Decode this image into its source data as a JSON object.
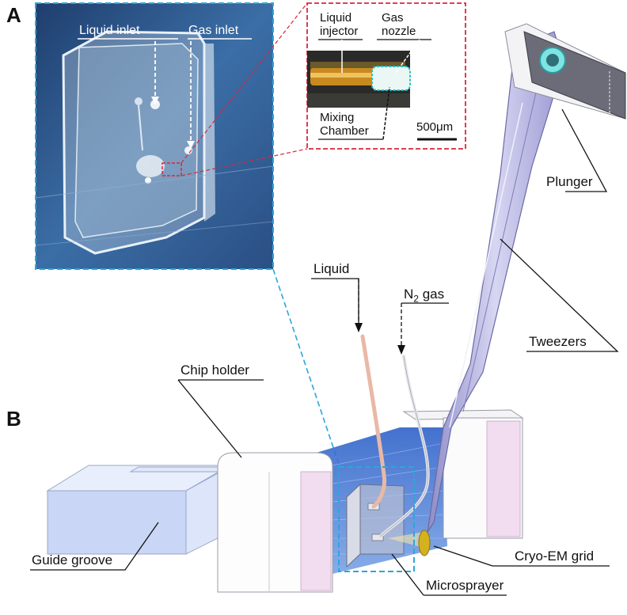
{
  "panels": {
    "a": "A",
    "b": "B"
  },
  "photo_labels": {
    "liquid_inlet": "Liquid inlet",
    "gas_inlet": "Gas inlet"
  },
  "inset": {
    "liquid_injector_1": "Liquid",
    "liquid_injector_2": "injector",
    "gas_nozzle_1": "Gas",
    "gas_nozzle_2": "nozzle",
    "mixing_chamber_1": "Mixing",
    "mixing_chamber_2": "Chamber",
    "scale": "500μm"
  },
  "labels": {
    "plunger": "Plunger",
    "tweezers": "Tweezers",
    "liquid": "Liquid",
    "n2_gas_prefix": "N",
    "n2_gas_sub": "2",
    "n2_gas_suffix": " gas",
    "chip_holder": "Chip holder",
    "guide_groove": "Guide groove",
    "cryo_em_grid": "Cryo-EM grid",
    "microsprayer": "Microsprayer"
  },
  "colors": {
    "photo_bg": "#2f5d93",
    "inset_border": "#d8283a",
    "frame_cyan": "#2aa7d8",
    "tweezer": "#b9b8e2",
    "plunger": "#6c6c78",
    "blue_plane": "#4d7fd8",
    "grid": "#d4b21e"
  }
}
